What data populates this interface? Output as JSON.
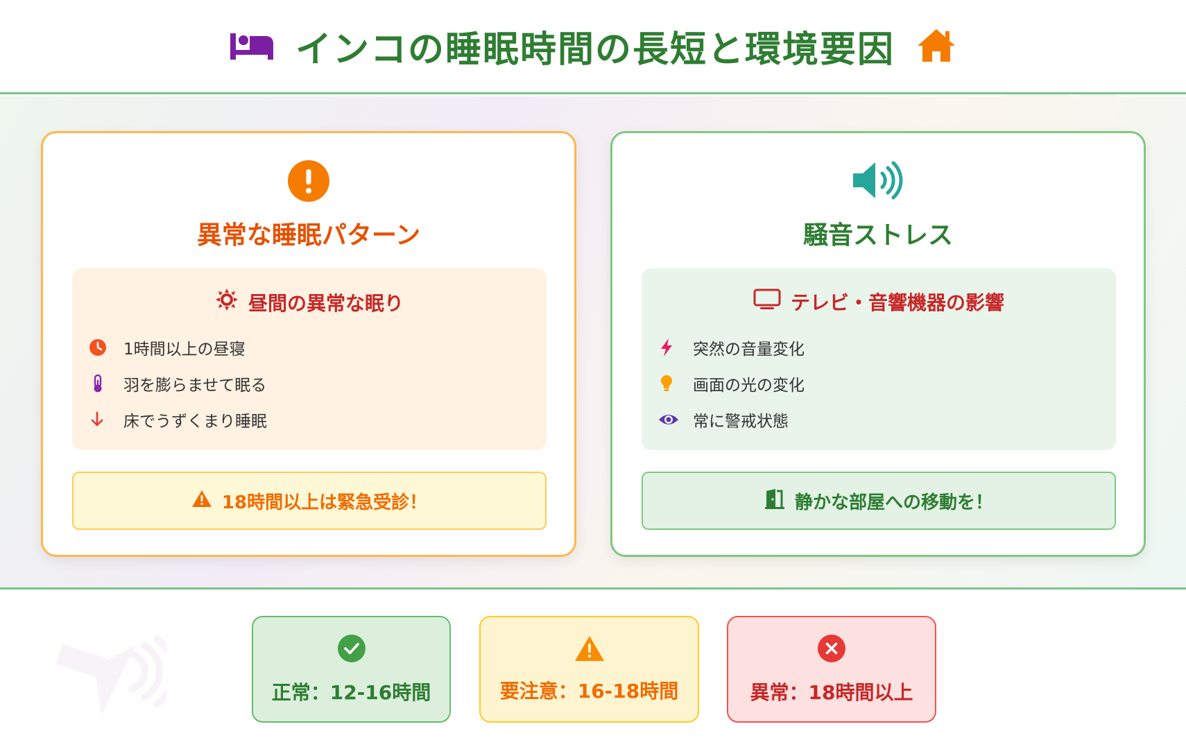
{
  "header": {
    "title": "インコの睡眠時間の長短と環境要因",
    "left_icon": "bed-icon",
    "right_icon": "home-icon",
    "colors": {
      "title": "#2e7d32",
      "bed": "#7b1fa2",
      "home": "#f57c00"
    }
  },
  "cards": {
    "abnormal": {
      "icon": "exclamation-circle-icon",
      "title": "異常な睡眠パターン",
      "panel": {
        "icon": "sun-icon",
        "heading": "昼間の異常な眠り",
        "items": [
          {
            "icon": "clock-icon",
            "text": "1時間以上の昼寝"
          },
          {
            "icon": "thermometer-icon",
            "text": "羽を膨らませて眠る"
          },
          {
            "icon": "arrow-down-icon",
            "text": "床でうずくまり睡眠"
          }
        ]
      },
      "callout": {
        "icon": "warning-icon",
        "text": "18時間以上は緊急受診！"
      }
    },
    "noise": {
      "icon": "speaker-icon",
      "title": "騒音ストレス",
      "panel": {
        "icon": "tv-icon",
        "heading": "テレビ・音響機器の影響",
        "items": [
          {
            "icon": "bolt-icon",
            "text": "突然の音量変化"
          },
          {
            "icon": "lightbulb-icon",
            "text": "画面の光の変化"
          },
          {
            "icon": "eye-icon",
            "text": "常に警戒状態"
          }
        ]
      },
      "callout": {
        "icon": "door-icon",
        "text": "静かな部屋への移動を！"
      }
    }
  },
  "statuses": [
    {
      "icon": "check-circle-icon",
      "label": "正常：12-16時間",
      "level": "ok"
    },
    {
      "icon": "warning-icon",
      "label": "要注意：16-18時間",
      "level": "warn"
    },
    {
      "icon": "x-circle-icon",
      "label": "異常：18時間以上",
      "level": "bad"
    }
  ]
}
